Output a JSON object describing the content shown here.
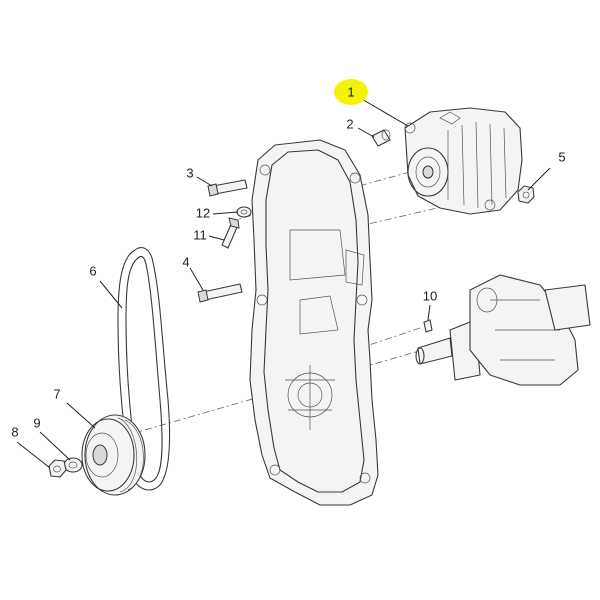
{
  "colors": {
    "highlight": "#f5f20a",
    "ink": "#222222"
  },
  "callouts": [
    {
      "id": "c1",
      "label": "1",
      "highlighted": true
    },
    {
      "id": "c2",
      "label": "2"
    },
    {
      "id": "c3",
      "label": "3"
    },
    {
      "id": "c4",
      "label": "4"
    },
    {
      "id": "c5",
      "label": "5"
    },
    {
      "id": "c6",
      "label": "6"
    },
    {
      "id": "c7",
      "label": "7"
    },
    {
      "id": "c8",
      "label": "8"
    },
    {
      "id": "c9",
      "label": "9"
    },
    {
      "id": "c10",
      "label": "10"
    },
    {
      "id": "c11",
      "label": "11"
    },
    {
      "id": "c12",
      "label": "12"
    }
  ]
}
